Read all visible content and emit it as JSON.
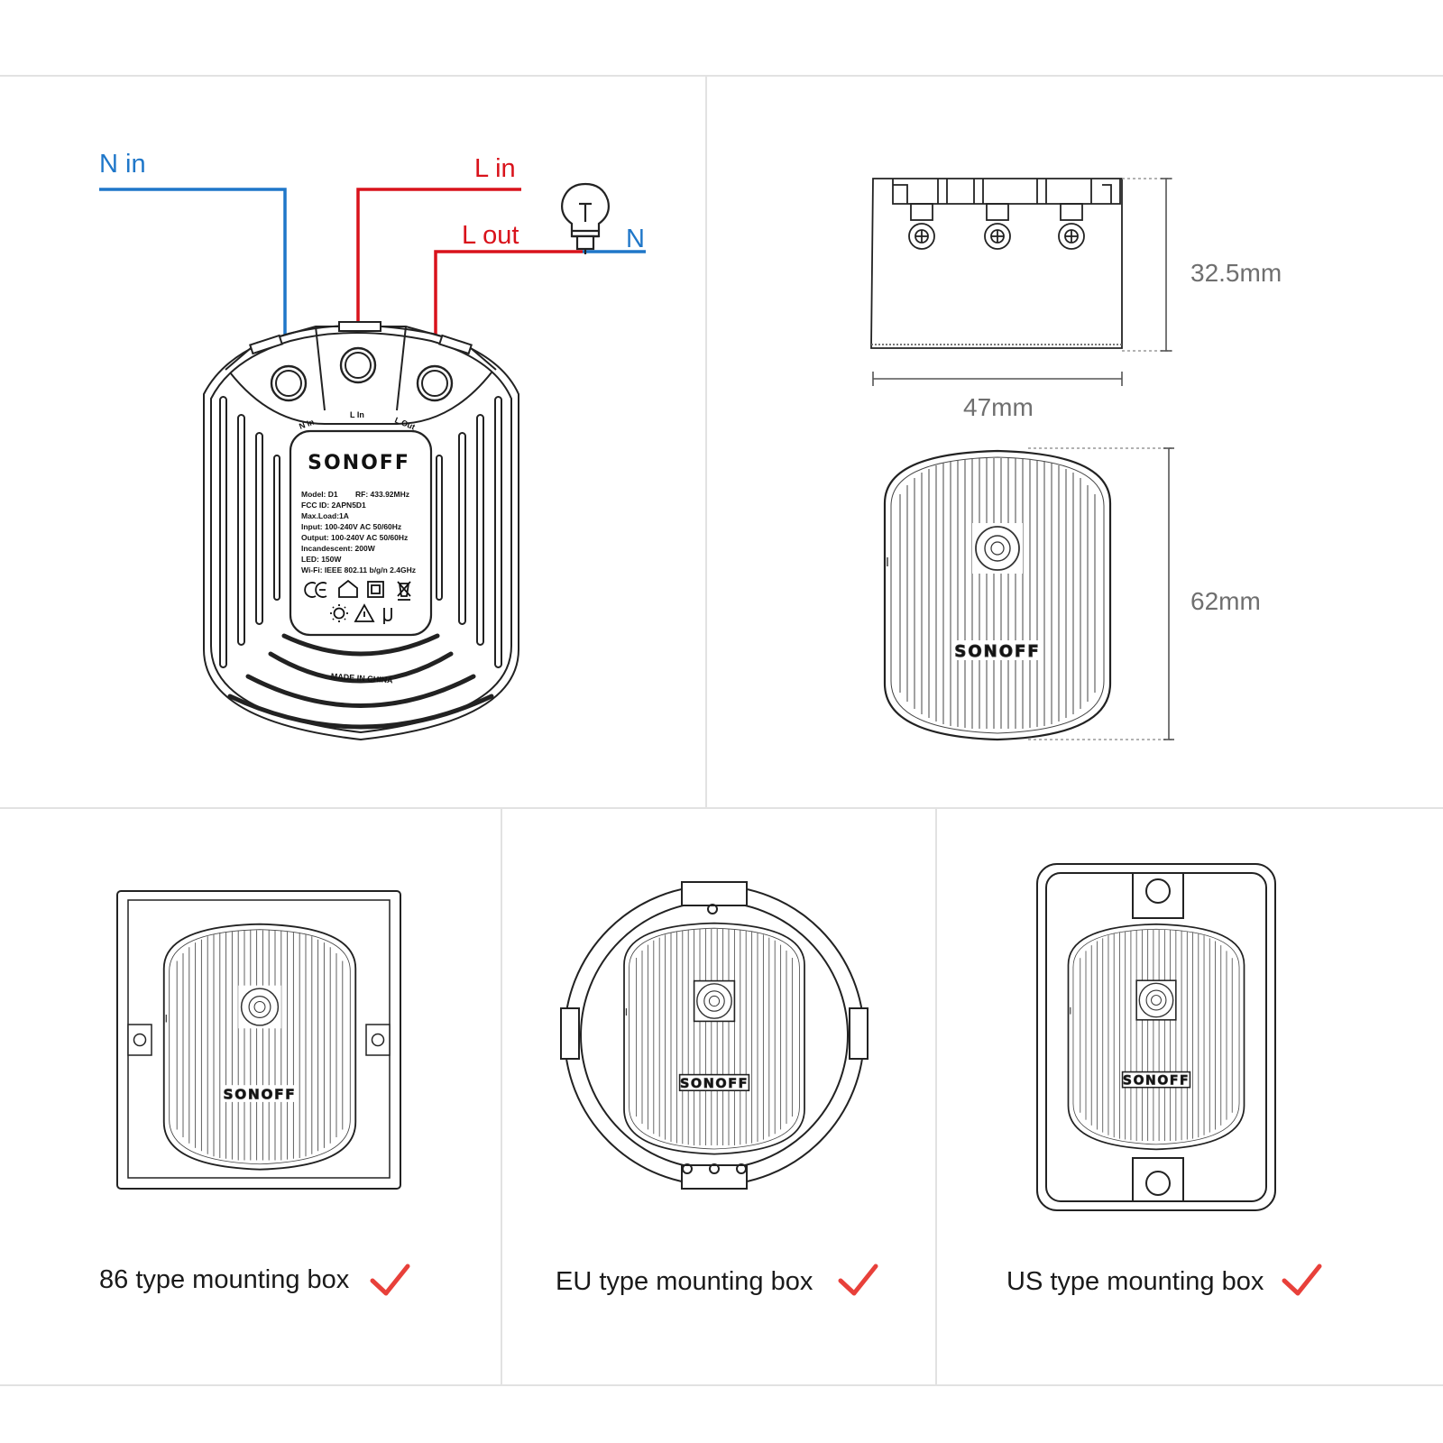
{
  "wiring": {
    "n_in": "N in",
    "l_in": "L in",
    "l_out": "L out",
    "n": "N",
    "terminal_n_in": "N In",
    "terminal_l_in": "L In",
    "terminal_l_out": "L Out"
  },
  "label_plate": {
    "brand": "SONOFF",
    "model": "Model: D1",
    "rf": "RF: 433.92MHz",
    "fcc": "FCC ID: 2APN5D1",
    "max_load": "Max.Load:1A",
    "input": "Input: 100-240V AC 50/60Hz",
    "output": "Output: 100-240V AC 50/60Hz",
    "incandescent": "Incandescent: 200W",
    "led": "LED: 150W",
    "wifi": "Wi-Fi: IEEE 802.11 b/g/n 2.4GHz",
    "made_in": "MADE IN CHINA"
  },
  "dimensions": {
    "height": "32.5mm",
    "width": "47mm",
    "length": "62mm"
  },
  "mounting_boxes": [
    {
      "label": "86 type mounting box"
    },
    {
      "label": "EU type mounting box"
    },
    {
      "label": "US type mounting box"
    }
  ],
  "colors": {
    "neutral_wire": "#1f77c9",
    "live_wire": "#d9121b",
    "check_mark": "#e8403a",
    "panel_border": "#e2e2e2"
  }
}
